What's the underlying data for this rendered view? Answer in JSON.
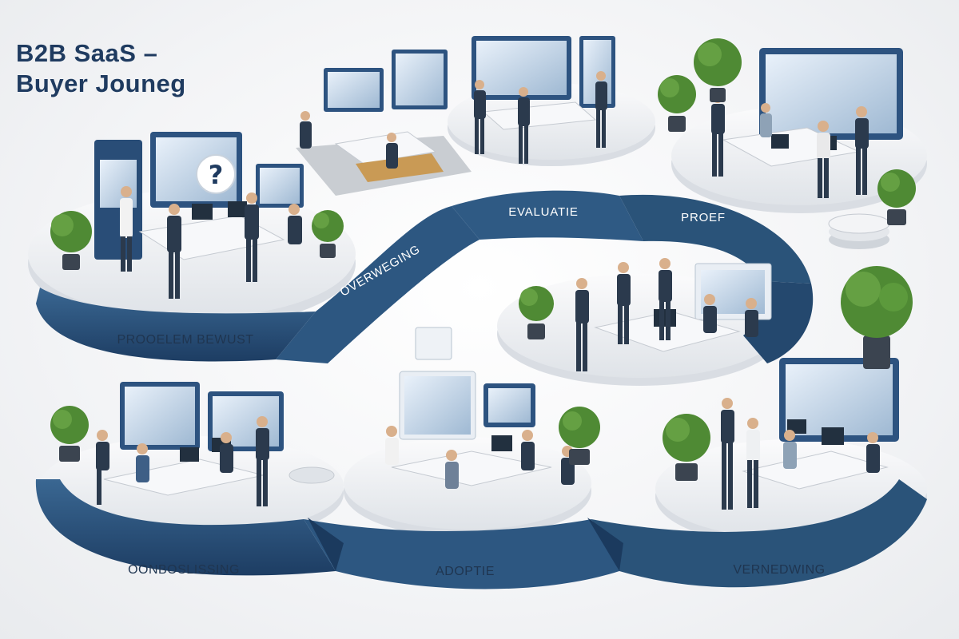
{
  "title": {
    "line1": "B2B SaaS –",
    "line2": "Buyer Jouneg"
  },
  "stages": [
    {
      "label": "PROOELEM BEWUST"
    },
    {
      "label": "OVERWEGING"
    },
    {
      "label": "EVALUATIE"
    },
    {
      "label": "PROEF"
    },
    {
      "label": "OONBOSLISSING"
    },
    {
      "label": "ADOPTIE"
    },
    {
      "label": "VERNEDWING"
    }
  ],
  "colors": {
    "path_dark": "#1f4066",
    "path_mid": "#2c5680",
    "path_light": "#3d6a94",
    "platform": "#eef0f3",
    "title": "#1f3b60",
    "foliage": "#4f8a34"
  },
  "icons": {
    "question": "question-mark-icon"
  }
}
